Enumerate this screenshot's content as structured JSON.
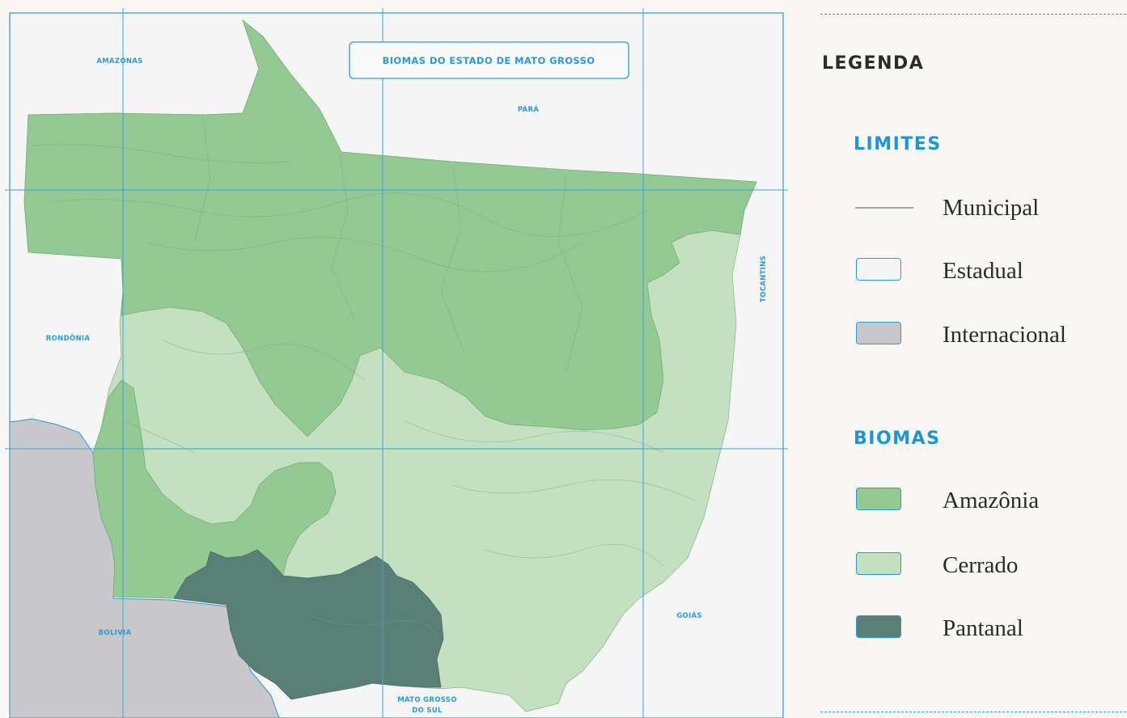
{
  "map": {
    "title": "BIOMAS DO ESTADO DE MATO GROSSO",
    "places": {
      "amazonas": "AMAZONAS",
      "para": "PARÁ",
      "rondonia": "RONDÔNIA",
      "tocantins": "TOCANTINS",
      "bolivia": "BOLIVIA",
      "goias": "GOIÁS",
      "ms_line1": "MATO GROSSO",
      "ms_line2": "DO SUL"
    }
  },
  "legend": {
    "heading": "LEGENDA",
    "limits": {
      "title": "LIMITES",
      "items": [
        {
          "label": "Municipal",
          "swatch": "line",
          "color": "#a4a4a4"
        },
        {
          "label": "Estadual",
          "swatch": "box",
          "color": "#f5f5f5"
        },
        {
          "label": "Internacional",
          "swatch": "box",
          "color": "#c8c8ca"
        }
      ]
    },
    "biomes": {
      "title": "BIOMAS",
      "items": [
        {
          "label": "Amazônia",
          "swatch": "box",
          "color": "#93c992"
        },
        {
          "label": "Cerrado",
          "swatch": "box",
          "color": "#c3e0c0"
        },
        {
          "label": "Pantanal",
          "swatch": "box",
          "color": "#5a7f77"
        }
      ]
    }
  },
  "colors": {
    "accent": "#2a9ad6",
    "outside": "#f5f5f5",
    "international": "#c8c8ca",
    "amazonia": "#93c992",
    "cerrado": "#c3e0c0",
    "pantanal": "#5a7f77"
  }
}
